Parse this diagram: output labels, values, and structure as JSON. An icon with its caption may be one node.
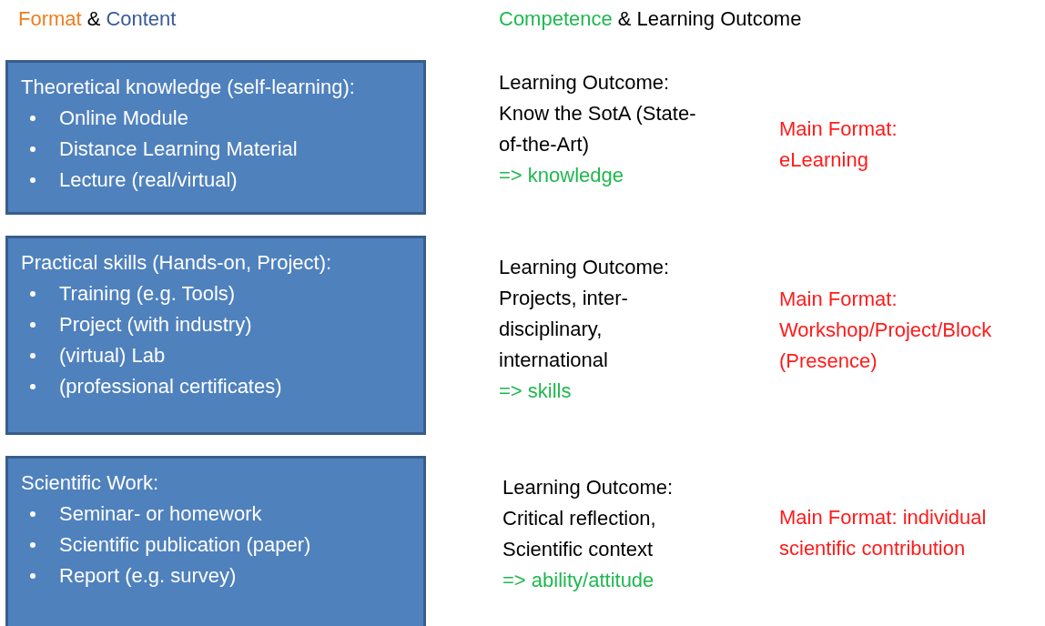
{
  "diagram": {
    "nodes": [
      {
        "text": [
          "Theoretical knowledge (self-learning):",
          "Online Module",
          "Distance Learning Material",
          "Lecture (real/virtual)"
        ]
      },
      {
        "text": [
          "Practical skills (Hands-on, Project):",
          "Training (e.g. Tools)",
          "Project (with industry)",
          "(virtual) Lab",
          "(professional certificates)"
        ]
      },
      {
        "text": [
          "Scientific Work:",
          "Seminar- or homework",
          "Scientific publication (paper)",
          "Report (e.g. survey)"
        ]
      }
    ],
    "edges": [],
    "labels": [
      "Format",
      "&",
      "Content",
      "Competence",
      "&",
      "Learning Outcome",
      "Learning Outcome: Know the SotA (State-of-the-Art)",
      "=> knowledge",
      "Main Format: eLearning",
      "Learning Outcome: Projects, inter-disciplinary, international",
      "=> skills",
      "Main Format: Workshop/Project/Block (Presence)",
      "Learning Outcome: Critical reflection, Scientific context",
      "=> ability/attitude",
      "Main Format: individual scientific contribution"
    ]
  }
}
